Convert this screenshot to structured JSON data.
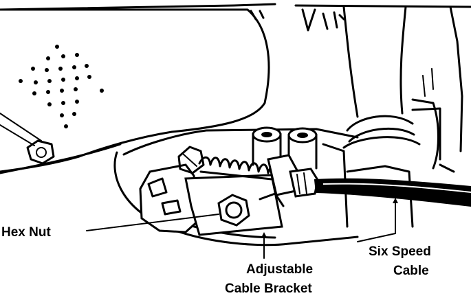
{
  "labels": {
    "hex_nut": "Hex Nut",
    "bracket_line1": "Adjustable",
    "bracket_line2": "Cable Bracket",
    "cable_line1": "Six Speed",
    "cable_line2": "Cable"
  }
}
